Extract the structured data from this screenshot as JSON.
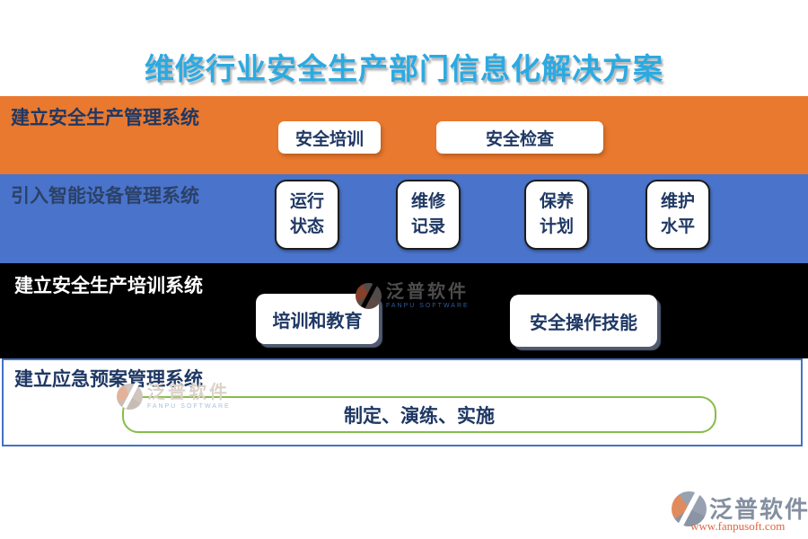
{
  "title": {
    "text": "维修行业安全生产部门信息化解决方案",
    "color": "#2BAAE2"
  },
  "sections": [
    {
      "label": "建立安全生产管理系统",
      "bg_color": "#E9792F",
      "label_color": "#1F3864",
      "buttons": [
        {
          "label": "安全培训"
        },
        {
          "label": "安全检查"
        }
      ]
    },
    {
      "label": "引入智能设备管理系统",
      "bg_color": "#4A74CB",
      "label_color": "#2B4168",
      "buttons": [
        {
          "label": "运行\n状态"
        },
        {
          "label": "维修\n记录"
        },
        {
          "label": "保养\n计划"
        },
        {
          "label": "维护\n水平"
        }
      ]
    },
    {
      "label": "建立安全生产培训系统",
      "bg_color": "#000000",
      "label_color": "#FFFFFF",
      "buttons": [
        {
          "label": "培训和教育"
        },
        {
          "label": "安全操作技能"
        }
      ]
    },
    {
      "label": "建立应急预案管理系统",
      "bg_color": "#FFFFFF",
      "border_color": "#4472C4",
      "label_color": "#1F3864",
      "buttons": [
        {
          "label": "制定、演练、实施",
          "border_color": "#85BD4A"
        }
      ]
    }
  ],
  "watermark": {
    "text": "泛普软件",
    "subtext": "FANPU SOFTWARE"
  },
  "brand": {
    "name": "泛普软件",
    "url": "www.fanpusoft.com",
    "name_color": "#848FA0",
    "url_color": "#E1653F"
  },
  "accent_colors": {
    "button_text_navy": "#1F3864",
    "title_blue": "#2BAAE2",
    "pill_green_border": "#85BD4A"
  }
}
